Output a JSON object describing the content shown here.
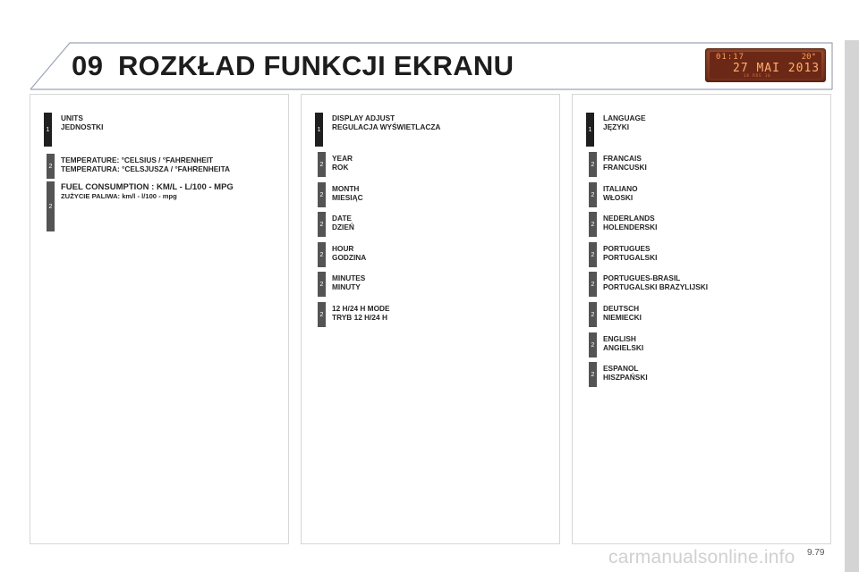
{
  "header": {
    "chapter": "09",
    "title": "ROZKŁAD FUNKCJI EKRANU"
  },
  "display": {
    "time": "01:17",
    "temperature": "20°",
    "date": "27 MAI 2013",
    "small": "18    RDS 10"
  },
  "columns": [
    {
      "entries": [
        {
          "level": "1",
          "lines": [
            "UNITS",
            "JEDNOSTKI"
          ]
        },
        {
          "level": "2",
          "lines": [
            "TEMPERATURE: °CELSIUS / °FAHRENHEIT",
            "TEMPERATURA: °CELSJUSZA / °FAHRENHEITA"
          ]
        },
        {
          "level": "2",
          "lines": [
            "FUEL CONSUMPTION : KM/L - L/100 - MPG",
            "ZUŻYCIE PALIWA: km/l - l/100 - mpg"
          ]
        }
      ]
    },
    {
      "entries": [
        {
          "level": "1",
          "lines": [
            "DISPLAY ADJUST",
            "REGULACJA WYŚWIETLACZA"
          ]
        },
        {
          "level": "2",
          "lines": [
            "YEAR",
            "ROK"
          ]
        },
        {
          "level": "2",
          "lines": [
            "MONTH",
            "MIESIĄC"
          ]
        },
        {
          "level": "2",
          "lines": [
            "DATE",
            "DZIEŃ"
          ]
        },
        {
          "level": "2",
          "lines": [
            "HOUR",
            "GODZINA"
          ]
        },
        {
          "level": "2",
          "lines": [
            "MINUTES",
            "MINUTY"
          ]
        },
        {
          "level": "2",
          "lines": [
            "12 H/24 H MODE",
            "TRYB 12 H/24 H"
          ]
        }
      ]
    },
    {
      "entries": [
        {
          "level": "1",
          "lines": [
            "LANGUAGE",
            "JĘZYKI"
          ]
        },
        {
          "level": "2",
          "lines": [
            "FRANCAIS",
            "FRANCUSKI"
          ]
        },
        {
          "level": "2",
          "lines": [
            "ITALIANO",
            "WŁOSKI"
          ]
        },
        {
          "level": "2",
          "lines": [
            "NEDERLANDS",
            "HOLENDERSKI"
          ]
        },
        {
          "level": "2",
          "lines": [
            "PORTUGUES",
            "PORTUGALSKI"
          ]
        },
        {
          "level": "2",
          "lines": [
            "PORTUGUES-BRASIL",
            "PORTUGALSKI BRAZYLIJSKI"
          ]
        },
        {
          "level": "2",
          "lines": [
            "DEUTSCH",
            "NIEMIECKI"
          ]
        },
        {
          "level": "2",
          "lines": [
            "ENGLISH",
            "ANGIELSKI"
          ]
        },
        {
          "level": "2",
          "lines": [
            "ESPANOL",
            "HISZPAŃSKI"
          ]
        }
      ]
    }
  ],
  "footer": {
    "page_number": "9.79",
    "watermark": "carmanualsonline.info"
  }
}
